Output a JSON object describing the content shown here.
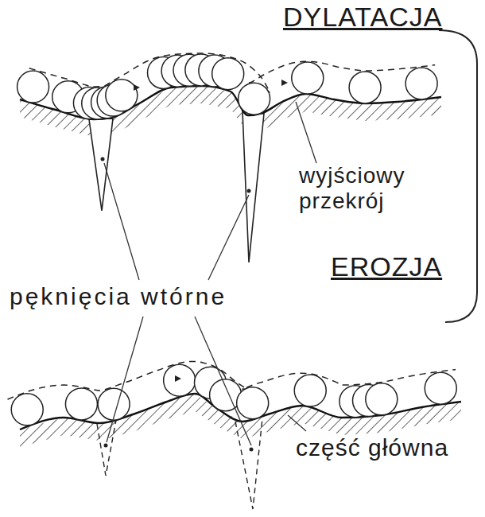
{
  "diagram": {
    "labels": [
      "DYLATACJA",
      "wyjściowy przekrój",
      "EROZJA",
      "pęknięcia wtórne",
      "część główna"
    ]
  }
}
